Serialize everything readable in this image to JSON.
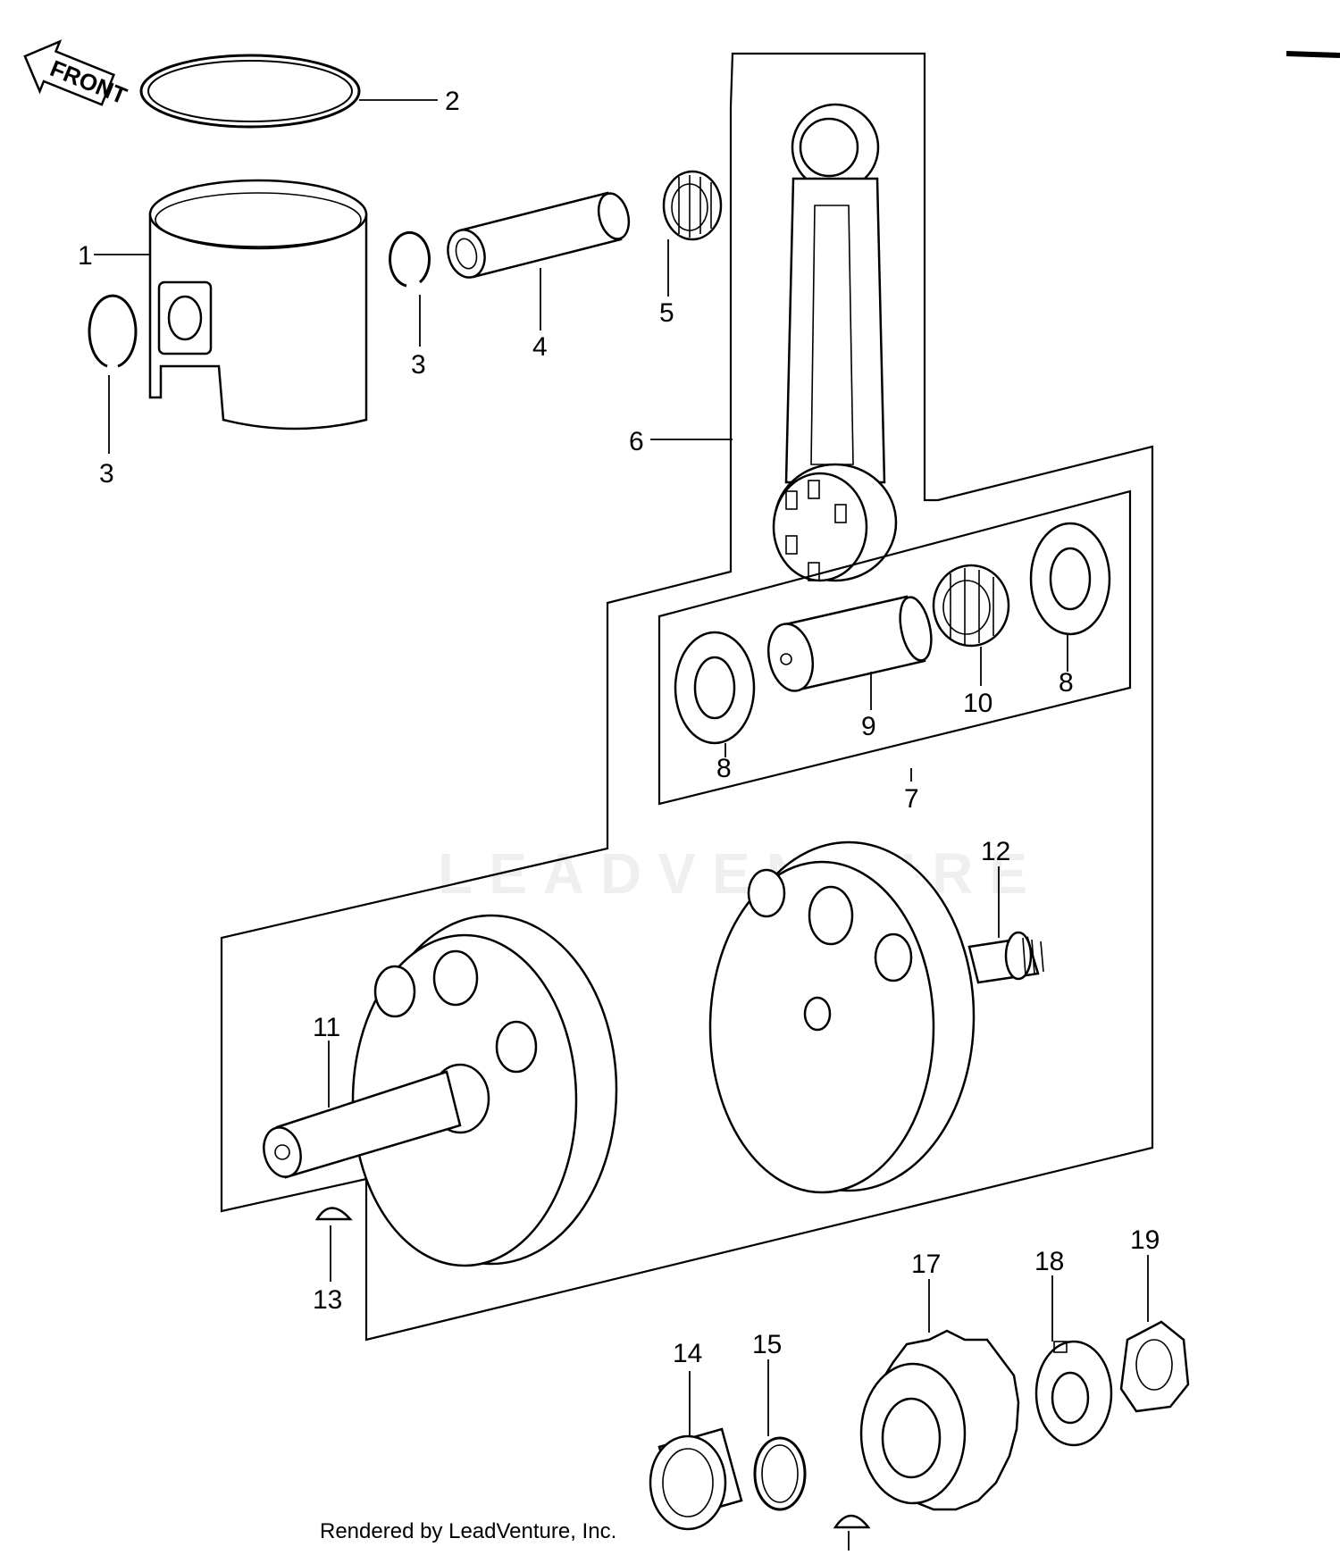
{
  "diagram": {
    "front_label": "FRONT",
    "watermark": "LEADVENTURE",
    "credit": "Rendered by LeadVenture, Inc.",
    "callouts": [
      {
        "id": "c1",
        "label": "1"
      },
      {
        "id": "c2",
        "label": "2"
      },
      {
        "id": "c3a",
        "label": "3"
      },
      {
        "id": "c3b",
        "label": "3"
      },
      {
        "id": "c4",
        "label": "4"
      },
      {
        "id": "c5",
        "label": "5"
      },
      {
        "id": "c6",
        "label": "6"
      },
      {
        "id": "c7",
        "label": "7"
      },
      {
        "id": "c8a",
        "label": "8"
      },
      {
        "id": "c8b",
        "label": "8"
      },
      {
        "id": "c9",
        "label": "9"
      },
      {
        "id": "c10",
        "label": "10"
      },
      {
        "id": "c11",
        "label": "11"
      },
      {
        "id": "c12",
        "label": "12"
      },
      {
        "id": "c13",
        "label": "13"
      },
      {
        "id": "c14",
        "label": "14"
      },
      {
        "id": "c15",
        "label": "15"
      },
      {
        "id": "c17",
        "label": "17"
      },
      {
        "id": "c18",
        "label": "18"
      },
      {
        "id": "c19",
        "label": "19"
      }
    ]
  }
}
